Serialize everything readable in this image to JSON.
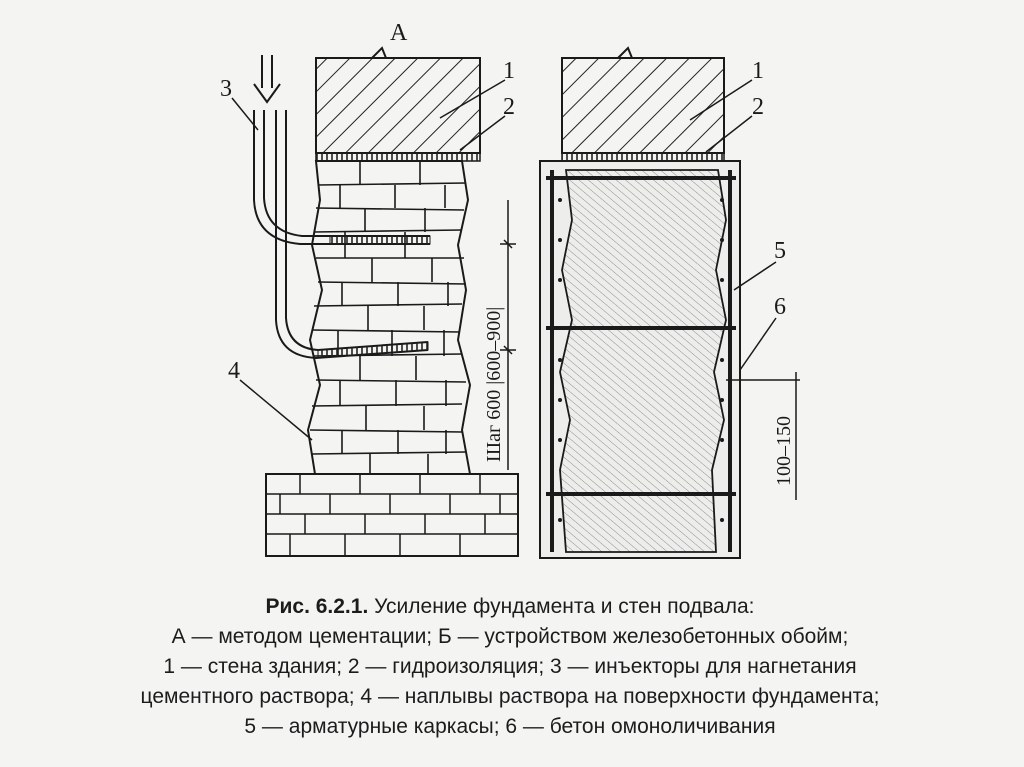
{
  "figure": {
    "section_label_a": "А",
    "labels_a": {
      "l1": "1",
      "l2": "2",
      "l3": "3",
      "l4": "4"
    },
    "labels_b": {
      "l1": "1",
      "l2": "2",
      "l5": "5",
      "l6": "6"
    },
    "dim_step": "Шаг 600 |600–900|",
    "dim_gap": "100–150"
  },
  "caption": {
    "title": "Рис. 6.2.1.",
    "line1_rest": " Усиление фундамента и стен подвала:",
    "line2": "А — методом цементации; Б — устройством железобетонных обойм;",
    "line3": "1 — стена здания; 2 — гидроизоляция; 3 — инъекторы для нагнетания",
    "line4": "цементного раствора; 4 — наплывы раствора на поверхности фундамента;",
    "line5": "5 — арматурные каркасы; 6 — бетон омоноличивания"
  },
  "colors": {
    "ink": "#1a1a1a",
    "paper": "#f4f4f2"
  }
}
